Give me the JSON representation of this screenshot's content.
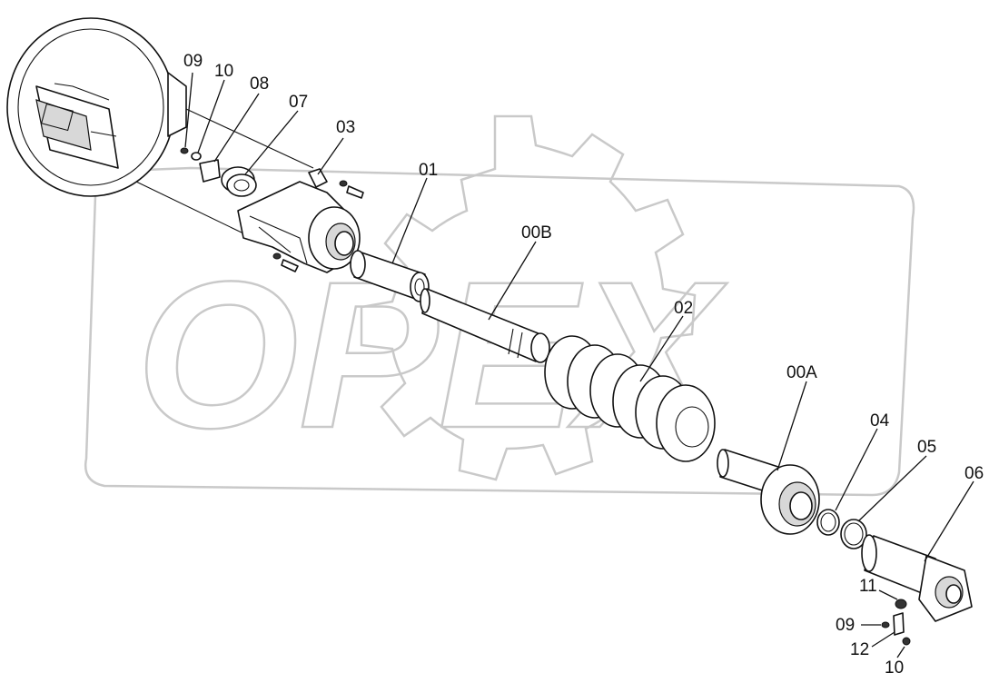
{
  "watermark": {
    "text": "OPEX"
  },
  "callouts": {
    "c09_top": "09",
    "c10_top": "10",
    "c08": "08",
    "c07": "07",
    "c03": "03",
    "c01": "01",
    "c00B": "00B",
    "c02": "02",
    "c00A": "00A",
    "c04": "04",
    "c05": "05",
    "c06": "06",
    "c11": "11",
    "c09_bottom": "09",
    "c12": "12",
    "c10_bottom": "10"
  }
}
